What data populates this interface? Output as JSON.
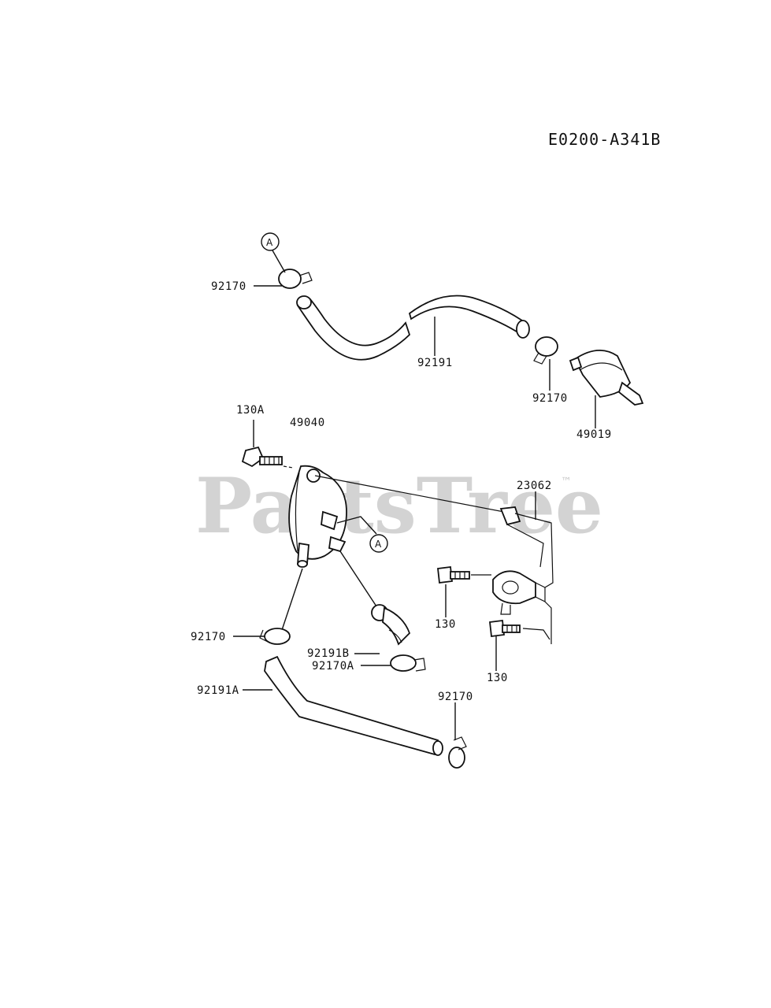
{
  "diagram_code": "E0200-A341B",
  "watermark": {
    "text": "PartsTree",
    "trademark": "™"
  },
  "reference_marks": [
    "A",
    "A"
  ],
  "parts": [
    {
      "id": "clamp-top-left",
      "number": "92170"
    },
    {
      "id": "hose-upper",
      "number": "92191"
    },
    {
      "id": "clamp-filter",
      "number": "92170"
    },
    {
      "id": "fuel-filter",
      "number": "49019"
    },
    {
      "id": "bolt-130a",
      "number": "130A"
    },
    {
      "id": "fuel-pump",
      "number": "49040"
    },
    {
      "id": "bracket",
      "number": "23062"
    },
    {
      "id": "bolt-130-upper",
      "number": "130"
    },
    {
      "id": "bolt-130-lower",
      "number": "130"
    },
    {
      "id": "clamp-left",
      "number": "92170"
    },
    {
      "id": "hose-b",
      "number": "92191B"
    },
    {
      "id": "clamp-a",
      "number": "92170A"
    },
    {
      "id": "hose-a",
      "number": "92191A"
    },
    {
      "id": "clamp-bottom",
      "number": "92170"
    }
  ]
}
